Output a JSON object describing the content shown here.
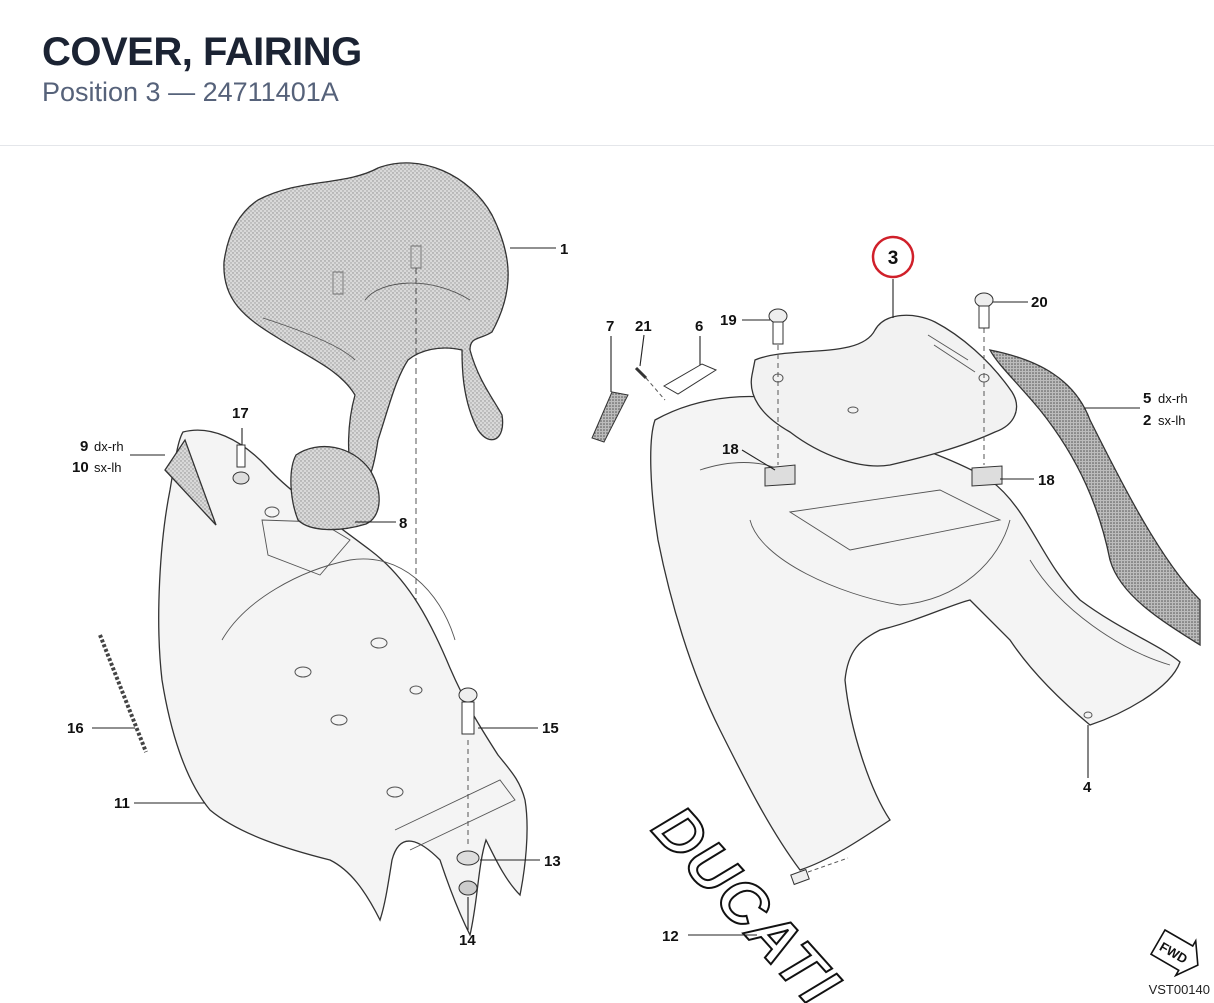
{
  "header": {
    "title": "COVER, FAIRING",
    "position_label": "Position 3",
    "separator": "—",
    "part_number": "24711401A"
  },
  "diagram": {
    "highlighted_callout": "3",
    "highlight_color": "#d0202a",
    "callouts": {
      "c1": "1",
      "c2": "2",
      "c3": "3",
      "c4": "4",
      "c5": "5",
      "c6": "6",
      "c7": "7",
      "c8": "8",
      "c9": "9",
      "c10": "10",
      "c11": "11",
      "c12": "12",
      "c13": "13",
      "c14": "14",
      "c15": "15",
      "c16": "16",
      "c17": "17",
      "c18a": "18",
      "c18b": "18",
      "c19": "19",
      "c20": "20",
      "c21": "21"
    },
    "side_labels": {
      "dx_rh": "dx-rh",
      "sx_lh": "sx-lh"
    },
    "decal_text": "DUCATI",
    "direction_marker": "FWD",
    "drawing_code": "VST00140"
  }
}
